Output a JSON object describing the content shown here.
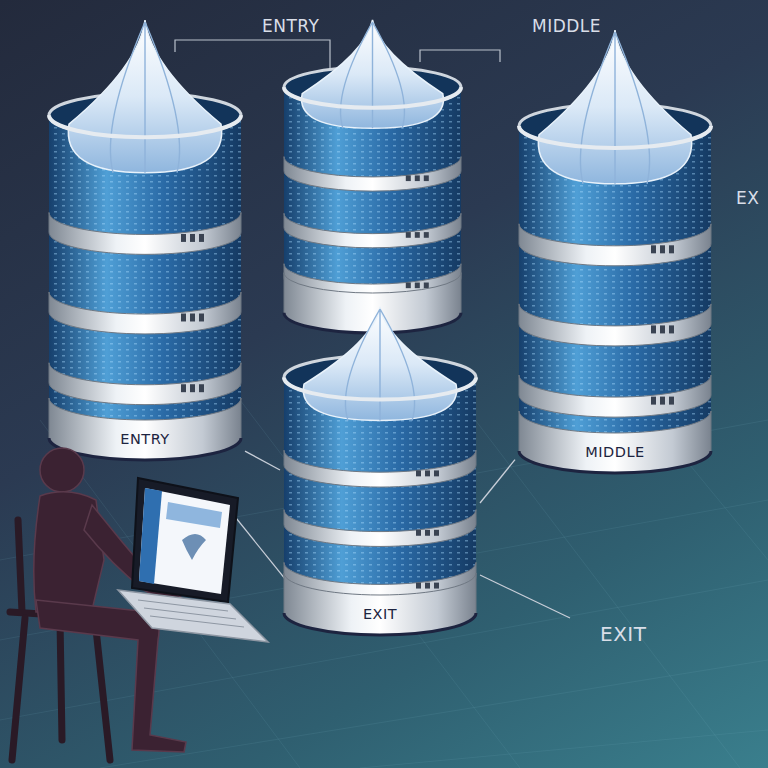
{
  "diagram": {
    "nodes": [
      {
        "text": [
          "ENTRY"
        ]
      },
      {
        "text": [
          "MIDDLE"
        ]
      },
      {
        "text": [
          "EXIT"
        ]
      }
    ],
    "edges": [
      {
        "from": 0,
        "to": 2,
        "arrow": "none"
      },
      {
        "from": 2,
        "to": 1,
        "arrow": "none"
      }
    ],
    "labels": [
      "ENTRY",
      "MIDDLE",
      "EX",
      "EXIT"
    ]
  }
}
